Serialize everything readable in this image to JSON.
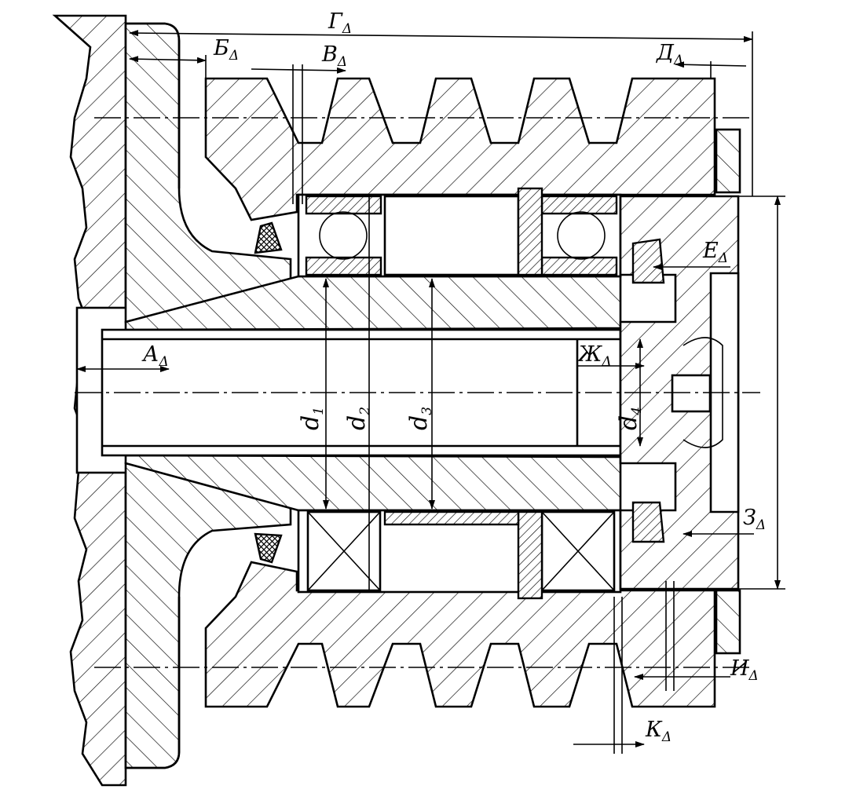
{
  "figure": {
    "labels": {
      "G": {
        "main": "Г",
        "sub": "Δ"
      },
      "B": {
        "main": "Б",
        "sub": "Δ"
      },
      "V": {
        "main": "В",
        "sub": "Δ"
      },
      "D": {
        "main": "Д",
        "sub": "Δ"
      },
      "E": {
        "main": "Е",
        "sub": "Δ"
      },
      "A": {
        "main": "А",
        "sub": "Δ"
      },
      "Zh": {
        "main": "Ж",
        "sub": "Δ"
      },
      "Z": {
        "main": "З",
        "sub": "Δ"
      },
      "I": {
        "main": "И",
        "sub": "Δ"
      },
      "K": {
        "main": "К",
        "sub": "Δ"
      }
    },
    "diameters": {
      "d1": {
        "main": "d",
        "sub": "1"
      },
      "d2": {
        "main": "d",
        "sub": "2"
      },
      "d3": {
        "main": "d",
        "sub": "3"
      },
      "d4": {
        "main": "d",
        "sub": "4"
      }
    }
  }
}
